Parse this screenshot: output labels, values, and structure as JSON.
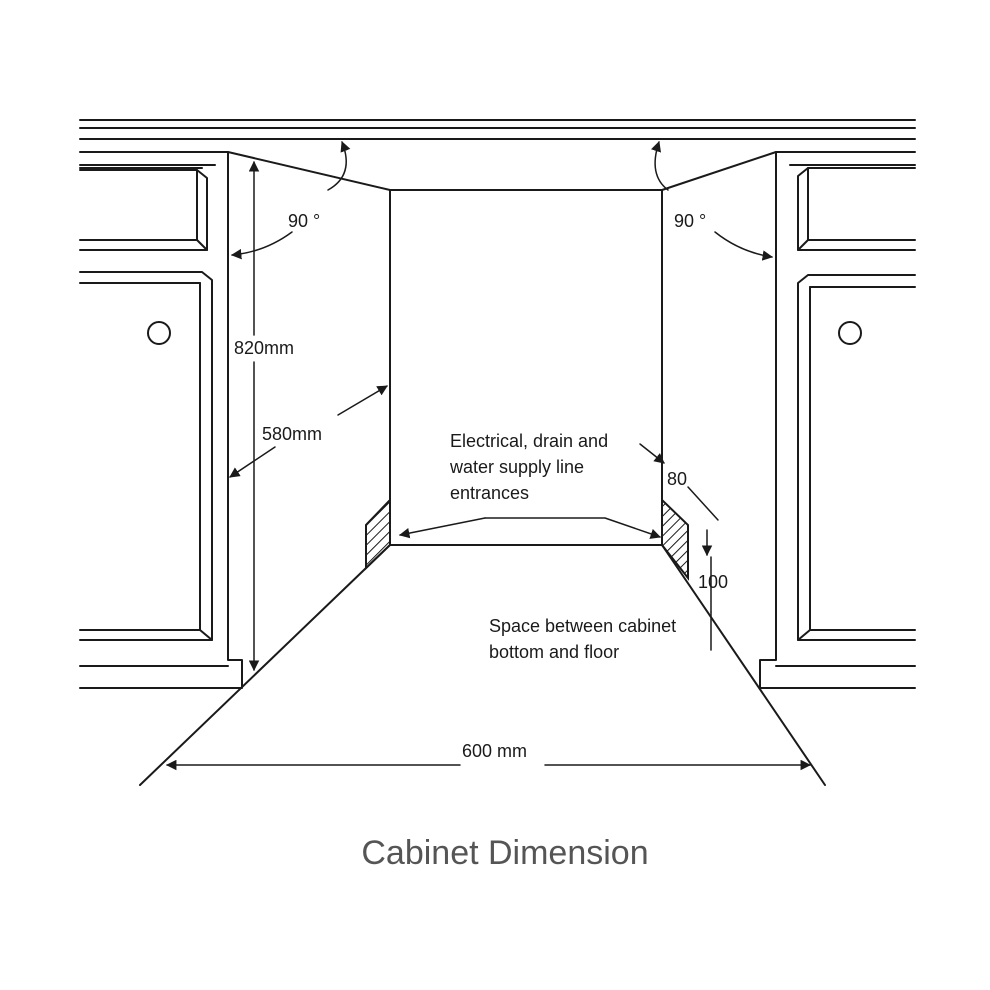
{
  "labels": {
    "angle_left": "90 °",
    "angle_right": "90 °",
    "height": "820mm",
    "depth": "580mm",
    "entrances_line1": "Electrical, drain and",
    "entrances_line2": "water supply line",
    "entrances_line3": "entrances",
    "dim_80": "80",
    "dim_100": "100",
    "space_line1": "Space between cabinet",
    "space_line2": "bottom and floor",
    "width": "600 mm"
  },
  "caption": "Cabinet Dimension"
}
